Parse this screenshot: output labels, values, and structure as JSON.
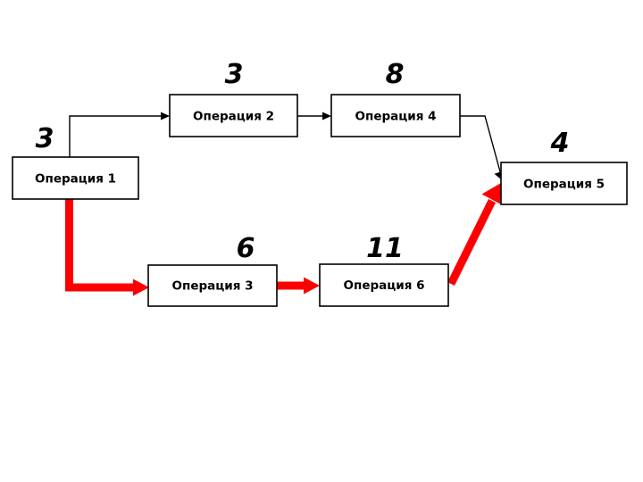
{
  "diagram": {
    "type": "network-activity-diagram",
    "background_color": "#ffffff",
    "colors": {
      "node_stroke": "#000000",
      "node_fill": "#ffffff",
      "normal_edge": "#000000",
      "critical_path_edge": "#ff0000",
      "text": "#000000"
    },
    "nodes": [
      {
        "id": "op1",
        "label": "Операция 1",
        "duration": "3"
      },
      {
        "id": "op2",
        "label": "Операция 2",
        "duration": "3"
      },
      {
        "id": "op4",
        "label": "Операция 4",
        "duration": "8"
      },
      {
        "id": "op5",
        "label": "Операция 5",
        "duration": "4"
      },
      {
        "id": "op3",
        "label": "Операция 3",
        "duration": "6"
      },
      {
        "id": "op6",
        "label": "Операция 6",
        "duration": "11"
      }
    ],
    "edges": [
      {
        "from": "op1",
        "to": "op2",
        "style": "normal"
      },
      {
        "from": "op2",
        "to": "op4",
        "style": "normal"
      },
      {
        "from": "op4",
        "to": "op5",
        "style": "normal"
      },
      {
        "from": "op1",
        "to": "op3",
        "style": "critical"
      },
      {
        "from": "op3",
        "to": "op6",
        "style": "critical"
      },
      {
        "from": "op6",
        "to": "op5",
        "style": "critical"
      }
    ]
  }
}
